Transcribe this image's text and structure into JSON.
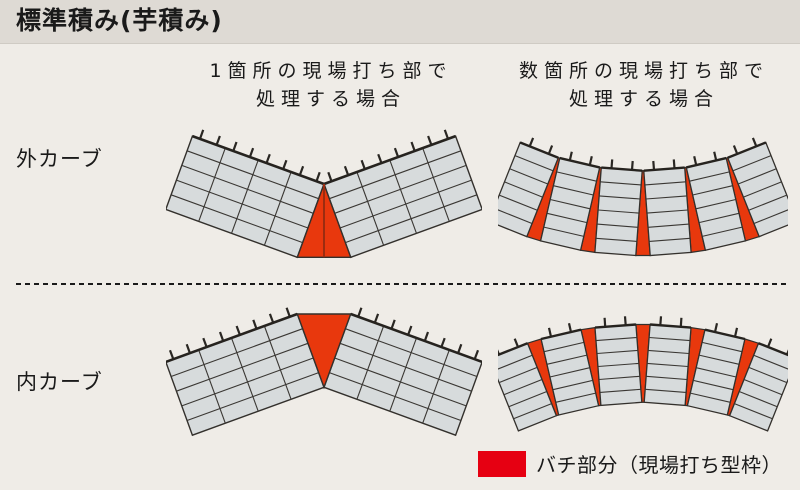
{
  "title": "標準積み(芋積み)",
  "columns": [
    {
      "line1": "1箇所の現場打ち部で",
      "line2": "処理する場合"
    },
    {
      "line1": "数箇所の現場打ち部で",
      "line2": "処理する場合"
    }
  ],
  "rows": [
    {
      "label": "外カーブ"
    },
    {
      "label": "内カーブ"
    }
  ],
  "legend": {
    "label": "バチ部分（現場打ち型枠）"
  },
  "colors": {
    "page_bg": "#efece7",
    "title_bg": "#dedad4",
    "text": "#1a1a1a",
    "block_fill": "#d7dbdc",
    "block_stroke": "#33302c",
    "grid_line": "#3a3733",
    "top_edge": "#26231f",
    "tick": "#2a2723",
    "wedge_red": "#e8380d",
    "legend_red": "#e60012",
    "seam_red": "#9b2c10"
  }
}
